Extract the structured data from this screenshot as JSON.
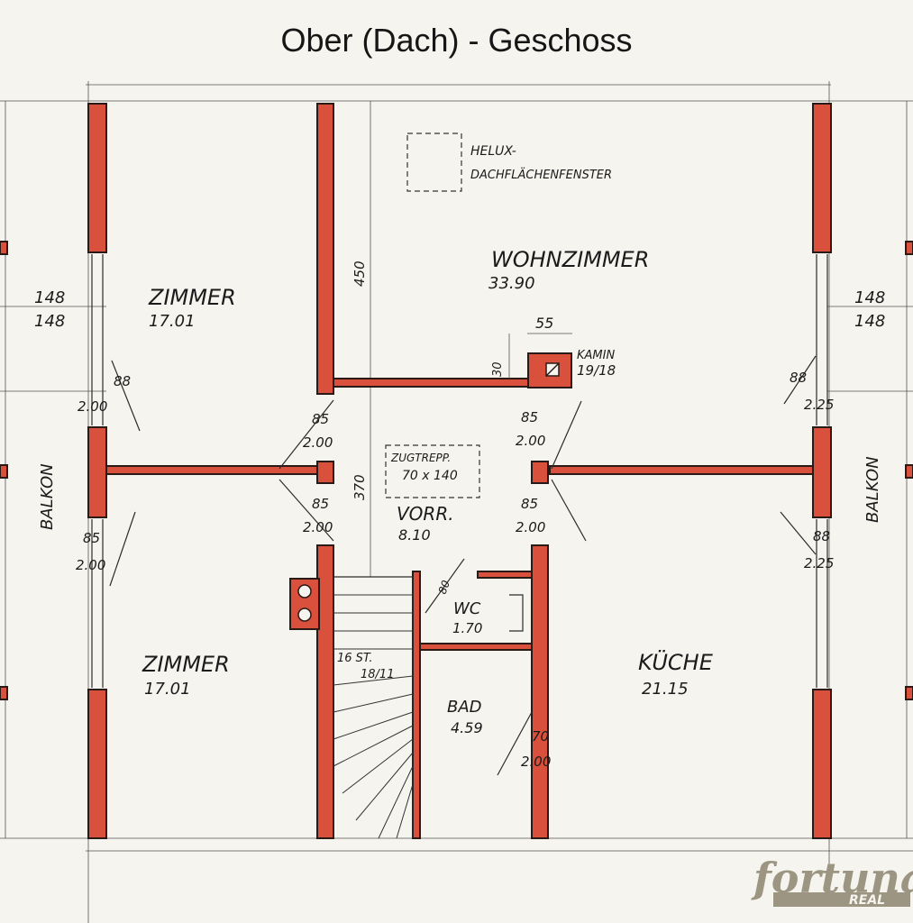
{
  "title": "Ober (Dach) - Geschoss",
  "window": {
    "line1": "HELUX-",
    "line2": "DACHFLÄCHENFENSTER"
  },
  "rooms": {
    "wohnzimmer": {
      "name": "WOHNZIMMER",
      "area": "33.90"
    },
    "zimmer_top": {
      "name": "ZIMMER",
      "area": "17.01"
    },
    "zimmer_bottom": {
      "name": "ZIMMER",
      "area": "17.01"
    },
    "kueche": {
      "name": "KÜCHE",
      "area": "21.15"
    },
    "vorr": {
      "name": "VORR.",
      "area": "8.10"
    },
    "wc": {
      "name": "WC",
      "area": "1.70"
    },
    "bad": {
      "name": "BAD",
      "area": "4.59"
    }
  },
  "kamin": {
    "label": "KAMIN",
    "size": "19/18",
    "width": "55",
    "offset": "30"
  },
  "zugtreppe": {
    "line1": "ZUGTREPP.",
    "line2": "70 x 140"
  },
  "stairs": {
    "count": "16 ST.",
    "ratio": "18/11"
  },
  "balkon_label": "BALKON",
  "dims": {
    "height_450": "450",
    "height_370": "370",
    "win_left_w": "148",
    "win_left_h": "148",
    "win_right_w": "148",
    "win_right_h": "148",
    "d88": "88",
    "d200": "2.00",
    "d225": "2.25",
    "d85": "85",
    "d70": "70",
    "d80": "80"
  },
  "logo": {
    "word": "fortuna",
    "sub": "REAL"
  },
  "colors": {
    "wall": "#d9503c",
    "paper": "#f6f4ee",
    "logo": "#9b9582"
  }
}
